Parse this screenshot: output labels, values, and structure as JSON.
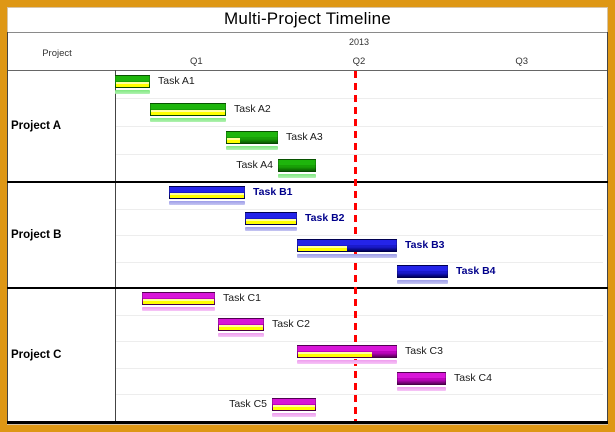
{
  "title": "Multi-Project Timeline",
  "axis": {
    "project_column_label": "Project",
    "year_label": "2013",
    "quarter_labels": [
      "Q1",
      "Q2",
      "Q3"
    ]
  },
  "colors": {
    "frame": "#DE9715",
    "chart_border": "#444444",
    "header_line": "#666666",
    "title_line": "#8A8A8A",
    "section_divider": "#000000",
    "today_line": "#FF0000",
    "progress": "#FFFF00",
    "progress_highlight": "#FFFF9E",
    "row_separator": "#EDEDED",
    "palettes": {
      "green": {
        "border": "#0B6B00",
        "bright": "#1EB50C",
        "mid": "#18A006",
        "dark": "#0A5A02",
        "light": "#7FE87F",
        "lighter": "#B2F2B2"
      },
      "blue": {
        "border": "#00006B",
        "bright": "#2424E8",
        "mid": "#1A1ACB",
        "dark": "#000060",
        "light": "#9C9CE8",
        "lighter": "#C6C6F2"
      },
      "magenta": {
        "border": "#6A006A",
        "bright": "#D816D8",
        "mid": "#BC04BC",
        "dark": "#5C005C",
        "light": "#EE9CEE",
        "lighter": "#F6C6F6"
      }
    }
  },
  "chart_data": {
    "type": "bar",
    "subtype": "gantt",
    "title": "Multi-Project Timeline",
    "x_axis": {
      "year": "2013",
      "tick_labels": [
        "Q1",
        "Q2",
        "Q3"
      ],
      "unit": "months from Jan 2013",
      "range": [
        0,
        9
      ],
      "gridlines": false
    },
    "today_marker": {
      "month": 4.45,
      "style": "red-dashed-vertical"
    },
    "groups": [
      {
        "name": "Project A",
        "palette": "green",
        "label_color": "#1A1A1A",
        "label_bold": false,
        "tasks": [
          {
            "label": "Task A1",
            "start": 0.0,
            "end": 0.65,
            "progress": 1.0,
            "label_side": "right"
          },
          {
            "label": "Task A2",
            "start": 0.65,
            "end": 2.05,
            "progress": 1.0,
            "label_side": "right"
          },
          {
            "label": "Task A3",
            "start": 2.05,
            "end": 3.0,
            "progress": 0.25,
            "label_side": "right"
          },
          {
            "label": "Task A4",
            "start": 3.0,
            "end": 3.7,
            "progress": 0.0,
            "label_side": "left"
          }
        ]
      },
      {
        "name": "Project B",
        "palette": "blue",
        "label_color": "#00008B",
        "label_bold": true,
        "tasks": [
          {
            "label": "Task B1",
            "start": 1.0,
            "end": 2.4,
            "progress": 1.0,
            "label_side": "right"
          },
          {
            "label": "Task B2",
            "start": 2.4,
            "end": 3.35,
            "progress": 1.0,
            "label_side": "right"
          },
          {
            "label": "Task B3",
            "start": 3.35,
            "end": 5.2,
            "progress": 0.5,
            "label_side": "right"
          },
          {
            "label": "Task B4",
            "start": 5.2,
            "end": 6.15,
            "progress": 0.0,
            "label_side": "right"
          }
        ]
      },
      {
        "name": "Project C",
        "palette": "magenta",
        "label_color": "#1A1A1A",
        "label_bold": false,
        "tasks": [
          {
            "label": "Task C1",
            "start": 0.5,
            "end": 1.85,
            "progress": 1.0,
            "label_side": "right"
          },
          {
            "label": "Task C2",
            "start": 1.9,
            "end": 2.75,
            "progress": 1.0,
            "label_side": "right"
          },
          {
            "label": "Task C3",
            "start": 3.35,
            "end": 5.2,
            "progress": 0.75,
            "label_side": "right"
          },
          {
            "label": "Task C4",
            "start": 5.2,
            "end": 6.1,
            "progress": 0.0,
            "label_side": "right"
          },
          {
            "label": "Task C5",
            "start": 2.9,
            "end": 3.7,
            "progress": 1.0,
            "label_side": "left"
          }
        ]
      }
    ]
  }
}
